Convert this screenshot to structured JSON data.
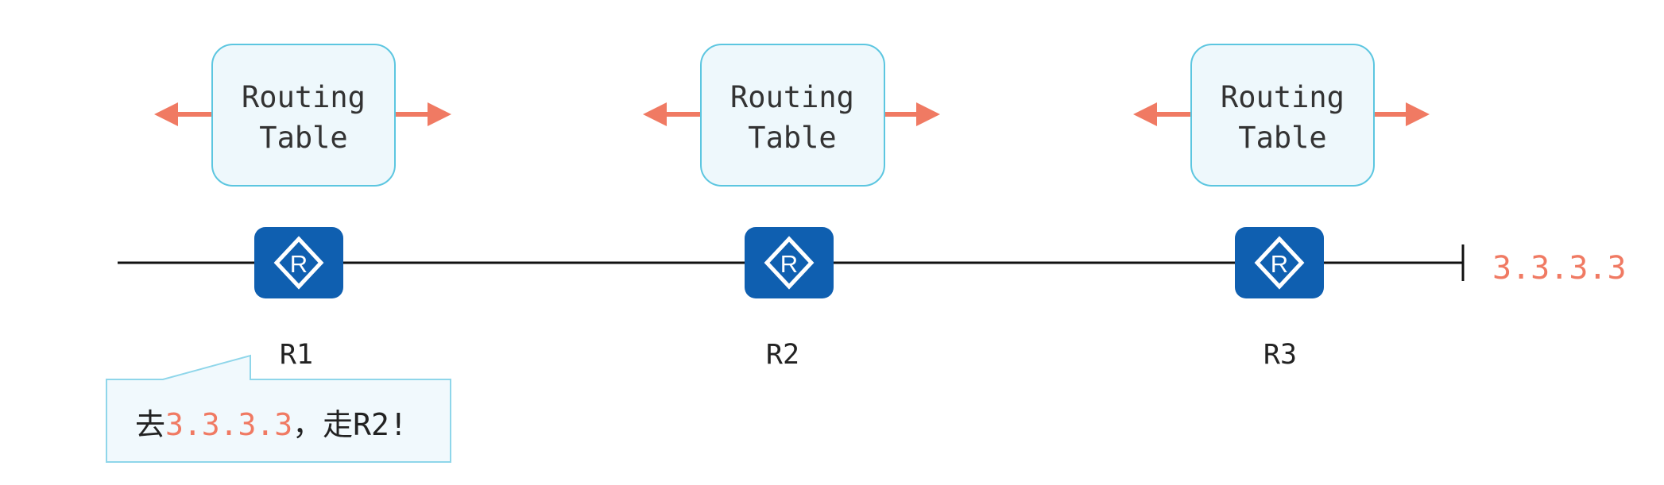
{
  "routers": [
    {
      "label": "R1",
      "table_line1": "Routing",
      "table_line2": "Table"
    },
    {
      "label": "R2",
      "table_line1": "Routing",
      "table_line2": "Table"
    },
    {
      "label": "R3",
      "table_line1": "Routing",
      "table_line2": "Table"
    }
  ],
  "router_icon_letter": "R",
  "destination": "3.3.3.3",
  "callout": {
    "prefix": "去",
    "highlight": "3.3.3.3",
    "suffix": "，走R2!"
  },
  "colors": {
    "arrow": "#f07a63",
    "router_fill": "#0f5fb0",
    "table_border": "#5cc6e0",
    "table_fill": "#eef8fc",
    "callout_border": "#8fd6ea",
    "callout_fill": "#f1f9fd",
    "highlight_text": "#f07a63"
  },
  "icons": [
    "arrow-left-icon",
    "arrow-right-icon",
    "router-icon"
  ]
}
